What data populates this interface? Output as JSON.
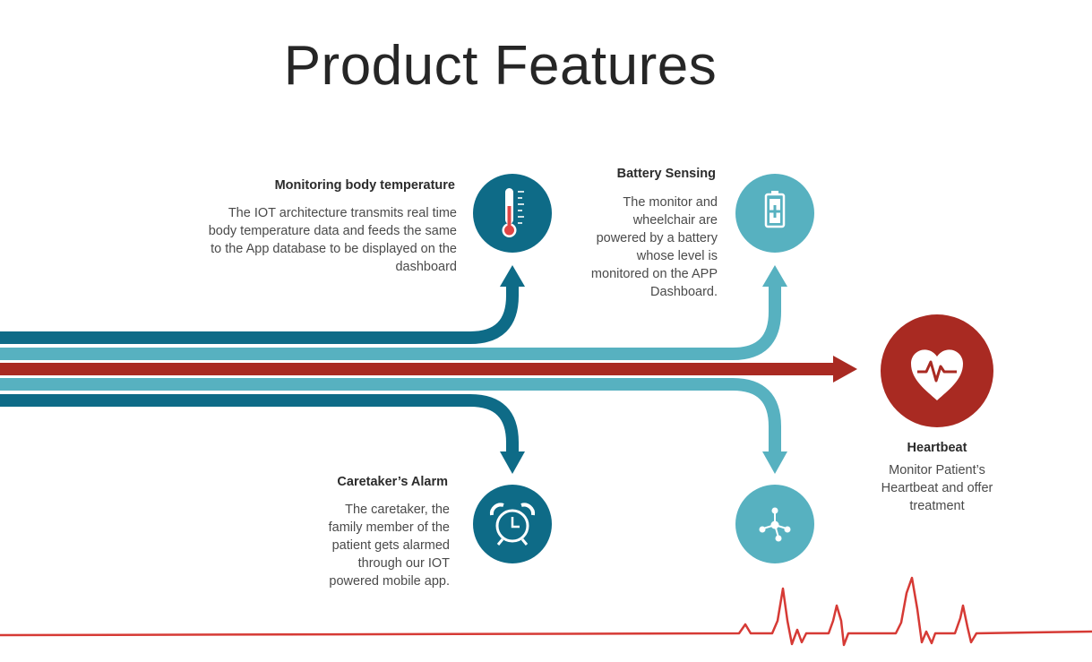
{
  "slide": {
    "title": "Product Features"
  },
  "features": {
    "temperature": {
      "title": "Monitoring body temperature",
      "description_lines": [
        "The IOT architecture transmits real time",
        "body temperature data and feeds the same",
        "to the App database to be displayed on the",
        "dashboard"
      ],
      "icon": "thermometer-icon"
    },
    "battery": {
      "title": "Battery Sensing",
      "description_lines": [
        "The monitor and",
        "wheelchair are",
        "powered by a battery",
        "whose level is",
        "monitored on the APP",
        "Dashboard."
      ],
      "icon": "battery-icon"
    },
    "alarm": {
      "title": "Caretaker’s Alarm",
      "description_lines": [
        "The caretaker, the",
        "family member of the",
        "patient gets alarmed",
        "through our IOT",
        "powered mobile app."
      ],
      "icon": "alarm-clock-icon"
    },
    "network": {
      "icon": "network-nodes-icon"
    },
    "heartbeat": {
      "title": "Heartbeat",
      "description_lines": [
        "Monitor Patient’s",
        "Heartbeat and offer",
        "treatment"
      ],
      "icon": "heart-pulse-icon"
    }
  },
  "colors": {
    "dark_teal": "#0e6b87",
    "light_teal": "#57b1c0",
    "red": "#a92a22",
    "ecg_red": "#d63a35"
  }
}
